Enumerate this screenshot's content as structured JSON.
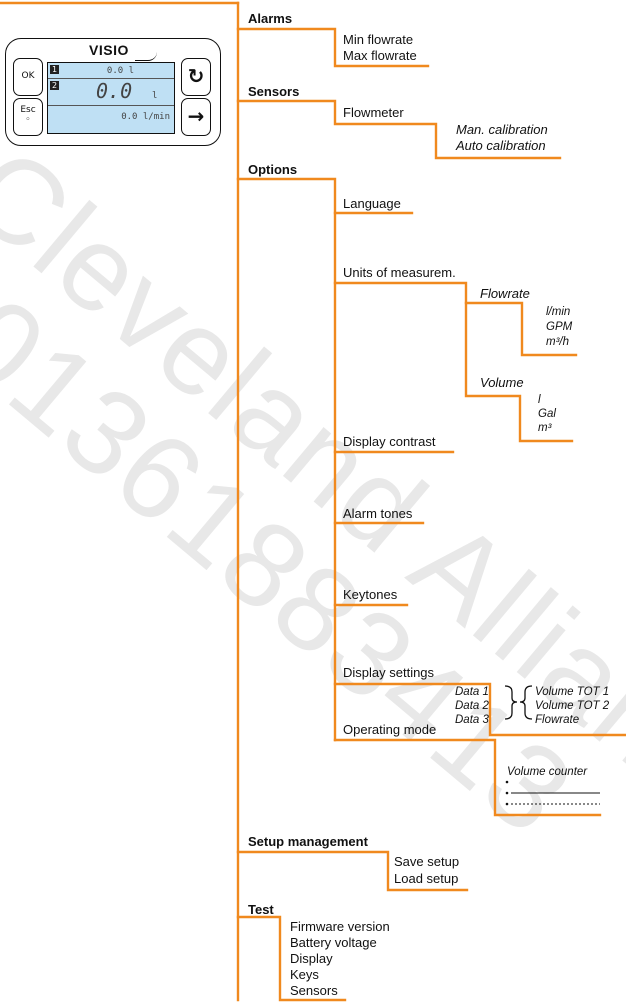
{
  "device": {
    "brand": "VISIO",
    "key_ok": "OK",
    "key_esc": "Esc",
    "key_esc_symbol": "◦",
    "key_refresh_symbol": "↻",
    "key_arrow_symbol": "→",
    "row1_num": "1",
    "row1_value": "0.0 l",
    "row2_num": "2",
    "row2_value": "0.0",
    "row2_unit": "l",
    "row3_value": "0.0 l/min"
  },
  "menu": {
    "alarms": "Alarms",
    "min_flowrate": "Min flowrate",
    "max_flowrate": "Max flowrate",
    "sensors": "Sensors",
    "flowmeter": "Flowmeter",
    "man_calibration": "Man. calibration",
    "auto_calibration": "Auto calibration",
    "options": "Options",
    "language": "Language",
    "units": "Units of measurem.",
    "flowrate": "Flowrate",
    "l_min": "l/min",
    "gpm": "GPM",
    "m3_h": "m³/h",
    "volume": "Volume",
    "l": "l",
    "gal": "Gal",
    "m3": "m³",
    "display_contrast": "Display contrast",
    "alarm_tones": "Alarm tones",
    "keytones": "Keytones",
    "display_settings": "Display settings",
    "data1": "Data 1",
    "data2": "Data 2",
    "data3": "Data 3",
    "volume_tot1": "Volume TOT 1",
    "volume_tot2": "Volume TOT 2",
    "flowrate_opt": "Flowrate",
    "operating_mode": "Operating mode",
    "volume_counter": "Volume counter",
    "setup_management": "Setup management",
    "save_setup": "Save setup",
    "load_setup": "Load setup",
    "test": "Test",
    "firmware_version": "Firmware version",
    "battery_voltage": "Battery voltage",
    "display": "Display",
    "keys": "Keys",
    "sensors_test": "Sensors"
  },
  "watermark": {
    "line1": "Cleveland Alliance",
    "line2": "01361883413"
  },
  "colors": {
    "connector": "#f0891e",
    "screen": "#bfe0f4"
  }
}
